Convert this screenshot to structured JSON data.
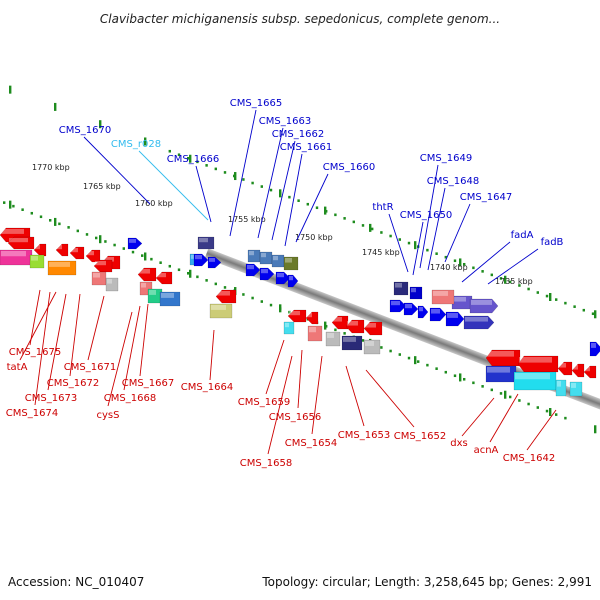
{
  "title": "Clavibacter michiganensis subsp. sepedonicus, complete genom...",
  "footer": {
    "accession": "Accession: NC_010407",
    "summary": "Topology: circular; Length: 3,258,645 bp; Genes: 2,991"
  },
  "colors": {
    "backbone": "#8c8c8c",
    "tick": "#1e8c1e",
    "forward_label": "#0000cc",
    "reverse_label": "#cc0000",
    "rna_label": "#33bbee"
  },
  "ruler_ticks": [
    "1770 kbp",
    "1765 kbp",
    "1760 kbp",
    "1755 kbp",
    "1750 kbp",
    "1745 kbp",
    "1740 kbp",
    "1735 kbp"
  ],
  "forward_labels": [
    "CMS_1665",
    "CMS_1663",
    "CMS_1670",
    "CMS_1662",
    "CMS_1661",
    "CMS_r028",
    "CMS_1666",
    "CMS_1660",
    "CMS_1649",
    "CMS_1648",
    "thtR",
    "CMS_1647",
    "CMS_1650",
    "fadA",
    "fadB"
  ],
  "reverse_labels": [
    "CMS_1675",
    "tatA",
    "CMS_1671",
    "CMS_1672",
    "CMS_1673",
    "CMS_1674",
    "CMS_1667",
    "CMS_1668",
    "cysS",
    "CMS_1664",
    "CMS_1659",
    "CMS_1656",
    "CMS_1654",
    "CMS_1658",
    "CMS_1653",
    "CMS_1652",
    "dxs",
    "acnA",
    "CMS_1642"
  ]
}
